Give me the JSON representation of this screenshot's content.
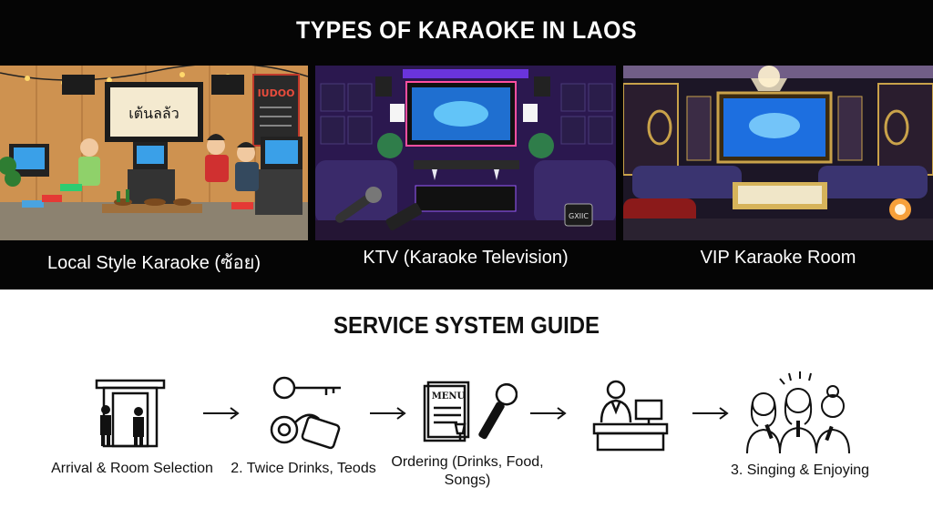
{
  "title": "TYPES OF KARAOKE IN LAOS",
  "panels": [
    {
      "label": "Local Style Karaoke (ซ้อย)",
      "sign_text": "เต้นลล้ว",
      "menu_text": "IUDOO"
    },
    {
      "label": "KTV (Karaoke Television)",
      "badge_text": "GXIIC"
    },
    {
      "label": "VIP Karaoke Room"
    }
  ],
  "guide": {
    "title": "SERVICE SYSTEM GUIDE",
    "steps": [
      {
        "label": "Arrival & Room Selection",
        "icon": "door-icon"
      },
      {
        "label": "2. Twice Drinks, Teods",
        "icon": "keys-icon"
      },
      {
        "label": "Ordering (Drinks, Food,",
        "label2": "Songs)",
        "icon": "menu-microphone-icon",
        "menu_text": "MENU"
      },
      {
        "label": "",
        "icon": "reception-desk-icon"
      },
      {
        "label": "3. Singing & Enjoying",
        "icon": "singers-icon"
      }
    ]
  },
  "colors": {
    "header_bg": "#050505",
    "text_light": "#ffffff",
    "text_dark": "#111111",
    "neon_purple": "#7a3cff",
    "screen_blue": "#2f8cff",
    "wood": "#c98a4b"
  }
}
